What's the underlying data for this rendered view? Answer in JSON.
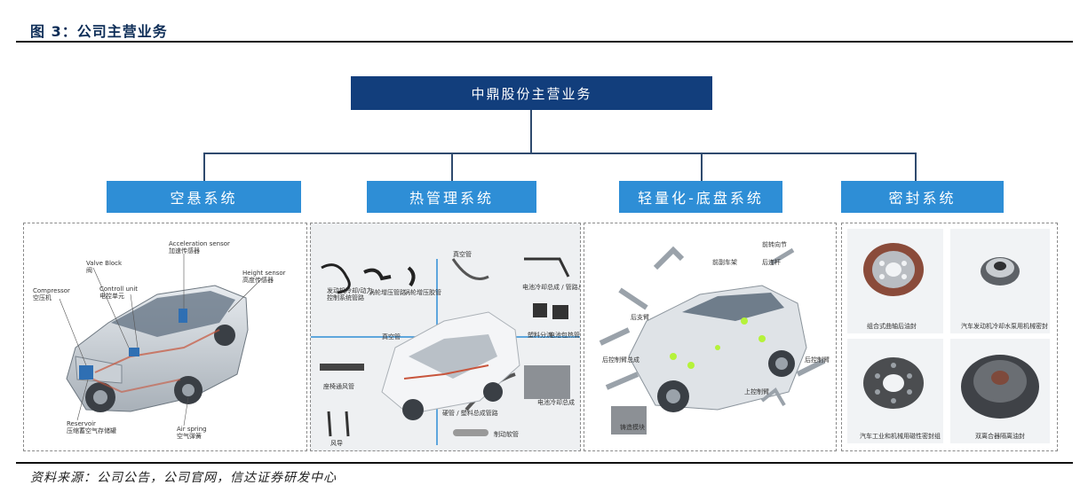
{
  "figure": {
    "title": "图 3：公司主营业务",
    "source": "资料来源：公司公告，公司官网，信达证券研发中心"
  },
  "root": {
    "label": "中鼎股份主营业务"
  },
  "categories": [
    {
      "label": "空悬系统"
    },
    {
      "label": "热管理系统"
    },
    {
      "label": "轻量化-底盘系统"
    },
    {
      "label": "密封系统"
    }
  ],
  "air_suspension_labels": {
    "accel_en": "Acceleration sensor",
    "accel_cn": "加速传感器",
    "valve_en": "Valve  Block",
    "valve_cn": "阀",
    "control_en": "Controll unit",
    "control_cn": "电控单元",
    "height_en": "Height  sensor",
    "height_cn": "高度传感器",
    "compressor_en": "Compressor",
    "compressor_cn": "空压机",
    "reservoir_en": "Reservoir",
    "reservoir_cn": "压缩蓄空气存储罐",
    "airspring_en": "Air spring",
    "airspring_cn": "空气弹簧"
  },
  "thermal_labels": {
    "l1": "发动机冷却/动力\n控制系统管路",
    "l2": "涡轮增压管路",
    "l3": "涡轮增压胶管",
    "l4": "真空管",
    "l5": "电池冷却总成 / 管路总成",
    "l6": "真空管",
    "l7": "塑料分流",
    "l8": "电池包热管理系统",
    "l9": "座椅通风管",
    "l10": "硬管 / 塑料总成管路",
    "l11": "电池冷却总成",
    "l12": "风导",
    "l13": "制动软管"
  },
  "chassis_labels": {
    "l1": "前副车架",
    "l2": "前转向节",
    "l3": "后连杆",
    "l4": "后支臂",
    "l5": "后控制臂总成",
    "l6": "后控制臂",
    "l7": "上控制臂",
    "l8": "铸造模块"
  },
  "seal_labels": {
    "l1": "组合式曲轴后油封",
    "l2": "汽车发动机冷却水泵用机械密封",
    "l3": "汽车工业和机械用磁性密封组",
    "l4": "双离合器隔离油封"
  }
}
